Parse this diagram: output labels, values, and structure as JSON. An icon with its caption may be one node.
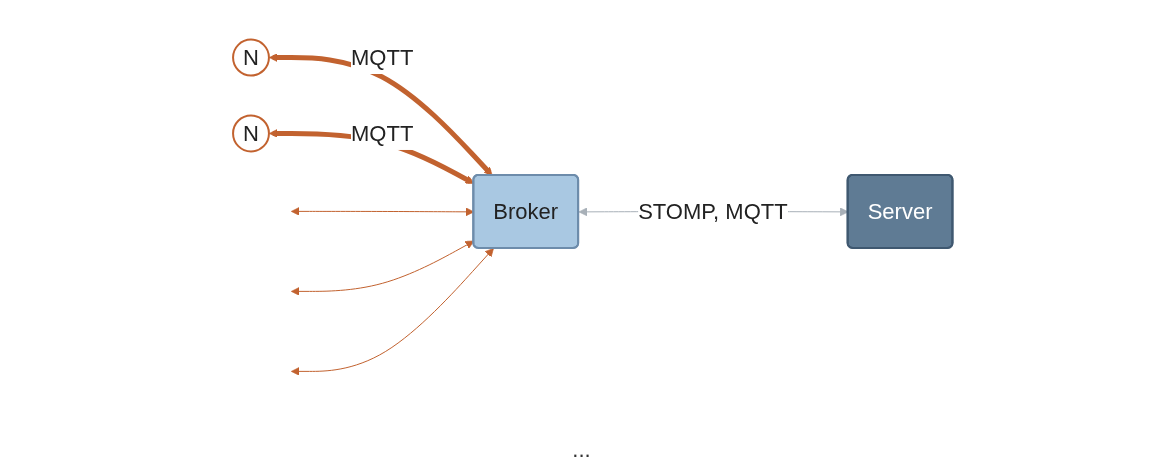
{
  "diagram": {
    "nodes": [
      {
        "text": [
          "N"
        ]
      },
      {
        "text": [
          "N"
        ]
      },
      {
        "text": [
          "Broker"
        ]
      },
      {
        "text": [
          "Server"
        ]
      }
    ],
    "edges": [
      {
        "from": 0,
        "to": 2,
        "arrow": "both",
        "label": "MQTT",
        "style": "thick"
      },
      {
        "from": 1,
        "to": 2,
        "arrow": "both",
        "label": "MQTT",
        "style": "thick"
      },
      {
        "from": 2,
        "to": 3,
        "arrow": "both",
        "label": "STOMP, MQTT",
        "color": "#a8b0b8"
      },
      {
        "from": null,
        "to": 2,
        "arrow": "both"
      },
      {
        "from": null,
        "to": 2,
        "arrow": "both"
      },
      {
        "from": null,
        "to": 2,
        "arrow": "both"
      }
    ],
    "labels": [
      "..."
    ]
  }
}
